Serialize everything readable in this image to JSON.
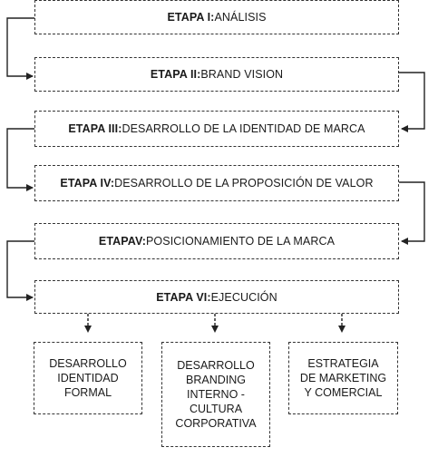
{
  "stages": [
    {
      "label": "ETAPA I:",
      "text": " ANÁLISIS"
    },
    {
      "label": "ETAPA II:",
      "text": " BRAND VISION"
    },
    {
      "label": "ETAPA III:",
      "text": " DESARROLLO DE LA IDENTIDAD DE MARCA"
    },
    {
      "label": "ETAPA IV:",
      "text": " DESARROLLO DE LA PROPOSICIÓN DE VALOR"
    },
    {
      "label": "ETAPAV:",
      "text": " POSICIONAMIENTO DE LA MARCA"
    },
    {
      "label": "ETAPA VI:",
      "text": " EJECUCIÓN"
    }
  ],
  "outputs": [
    {
      "lines": [
        "DESARROLLO",
        "IDENTIDAD",
        "FORMAL"
      ]
    },
    {
      "lines": [
        "DESARROLLO",
        "BRANDING",
        "INTERNO -",
        "CULTURA",
        "CORPORATIVA"
      ]
    },
    {
      "lines": [
        "ESTRATEGIA",
        "DE MARKETING",
        "Y COMERCIAL"
      ]
    }
  ]
}
